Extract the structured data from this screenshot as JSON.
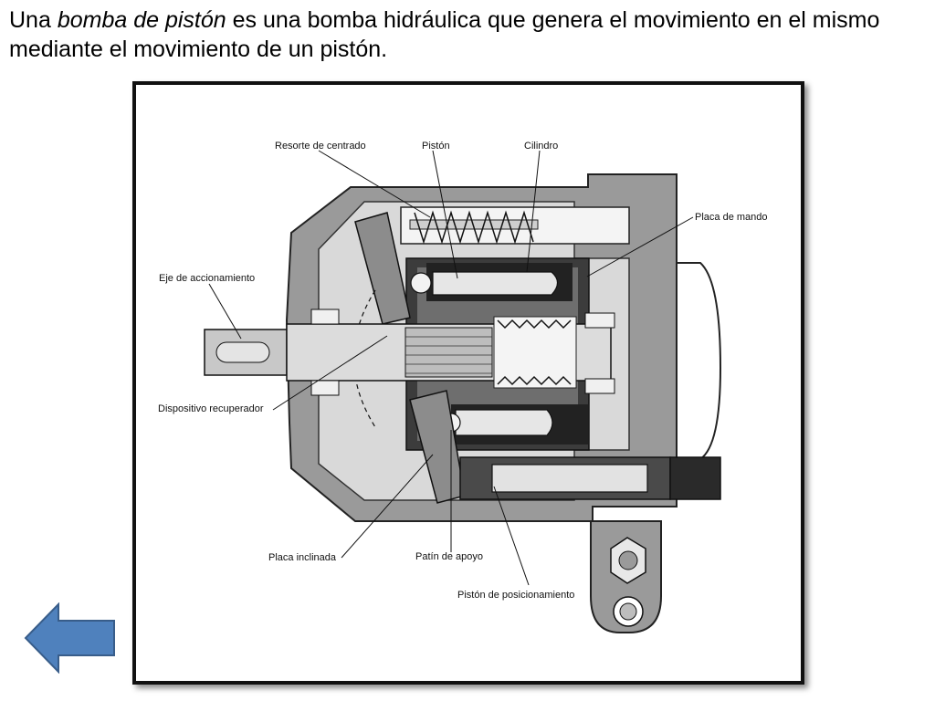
{
  "intro": {
    "text_before": "Una ",
    "emphasis": "bomba de pistón",
    "text_after": " es una bomba hidráulica que genera el movimiento en el mismo mediante el movimiento de un pistón."
  },
  "diagram": {
    "labels": {
      "resorte_centrado": "Resorte de centrado",
      "piston": "Pistón",
      "cilindro": "Cilindro",
      "placa_mando": "Placa de mando",
      "eje_accionamiento": "Eje de accionamiento",
      "dispositivo_recuperador": "Dispositivo recuperador",
      "placa_inclinada": "Placa inclinada",
      "patin_apoyo": "Patín de apoyo",
      "piston_posicionamiento": "Pistón de posicionamiento"
    }
  },
  "navigation": {
    "back_arrow_color": "#4f81bd"
  }
}
